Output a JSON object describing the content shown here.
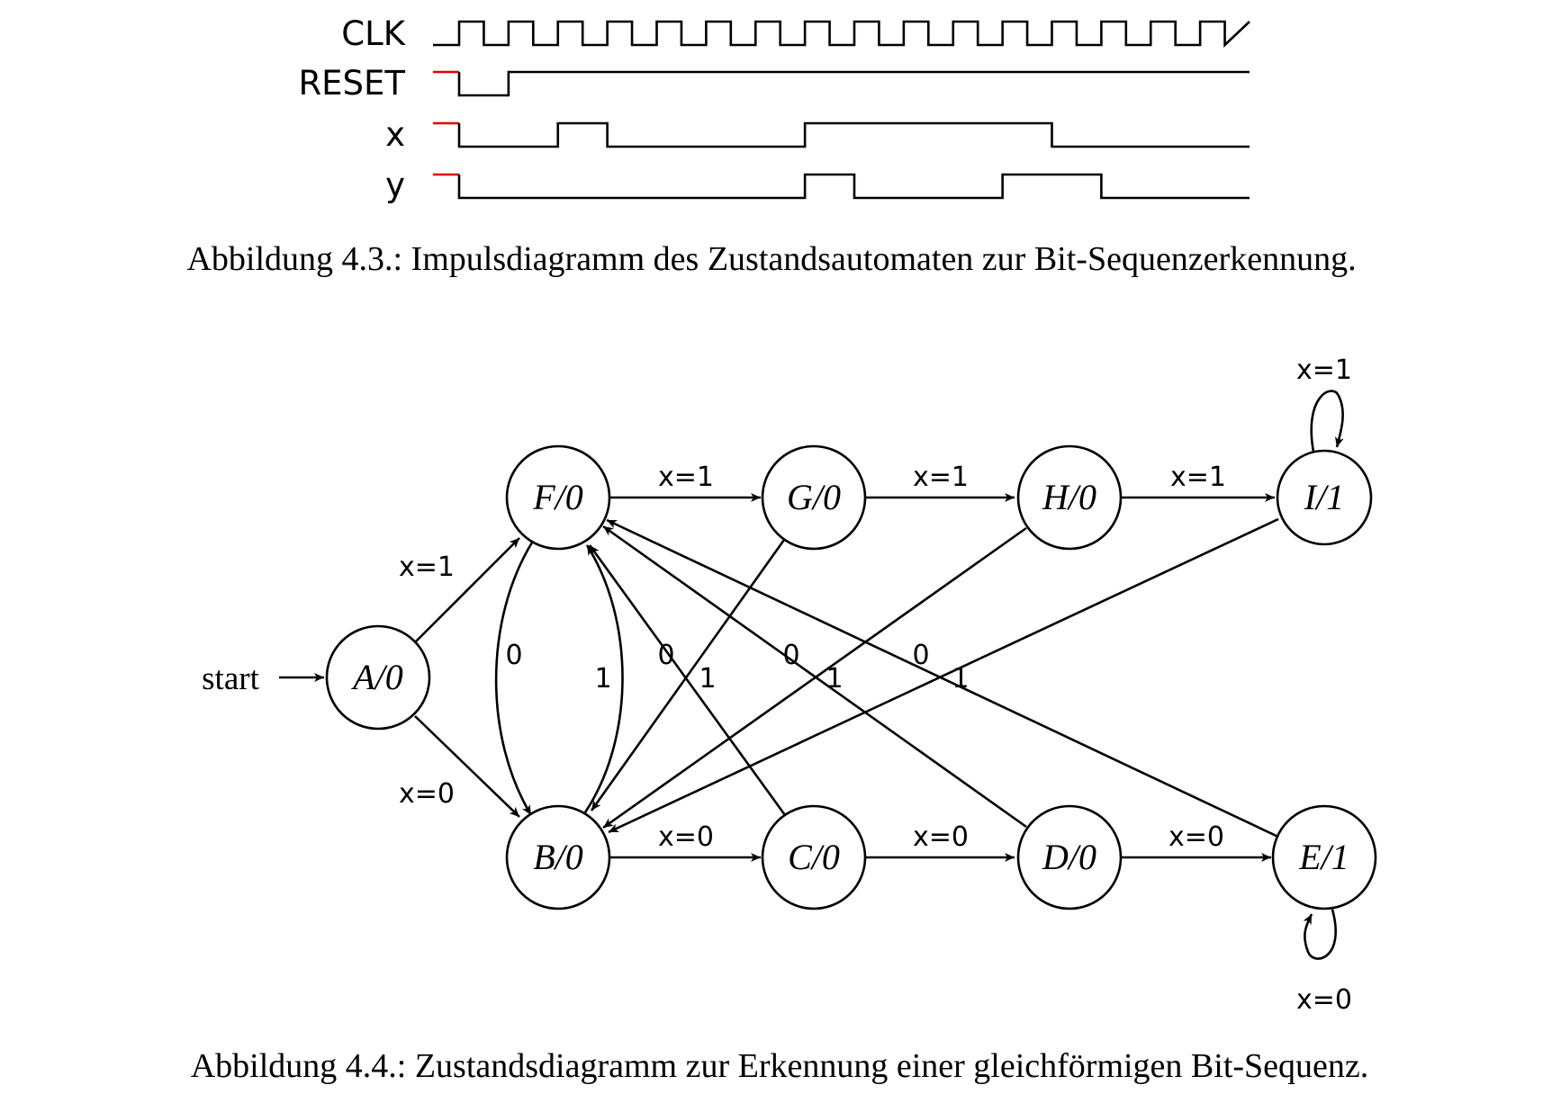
{
  "timing_diagram": {
    "caption": "Abbildung 4.3.: Impulsdiagramm des Zustandsautomaten zur Bit-Sequenzerkennung.",
    "clock_cycles": 16,
    "signals": [
      {
        "name": "CLK",
        "kind": "clock"
      },
      {
        "name": "RESET",
        "initial_undefined": true,
        "levels": [
          0,
          1,
          1,
          1,
          1,
          1,
          1,
          1,
          1,
          1,
          1,
          1,
          1,
          1,
          1,
          1
        ]
      },
      {
        "name": "x",
        "initial_undefined": true,
        "levels": [
          0,
          0,
          1,
          0,
          0,
          0,
          0,
          1,
          1,
          1,
          1,
          1,
          0,
          0,
          0,
          0
        ]
      },
      {
        "name": "y",
        "initial_undefined": true,
        "levels": [
          0,
          0,
          0,
          0,
          0,
          0,
          0,
          1,
          0,
          0,
          0,
          1,
          1,
          0,
          0,
          0
        ]
      }
    ],
    "colors": {
      "signal": "#000000",
      "undefined_start": "#e00000"
    }
  },
  "state_diagram": {
    "caption": "Abbildung 4.4.: Zustandsdiagramm zur Erkennung einer gleichförmigen Bit-Sequenz.",
    "start_label": "start",
    "states": [
      {
        "id": "A",
        "label": "A/0"
      },
      {
        "id": "F",
        "label": "F/0"
      },
      {
        "id": "G",
        "label": "G/0"
      },
      {
        "id": "H",
        "label": "H/0"
      },
      {
        "id": "I",
        "label": "I/1"
      },
      {
        "id": "B",
        "label": "B/0"
      },
      {
        "id": "C",
        "label": "C/0"
      },
      {
        "id": "D",
        "label": "D/0"
      },
      {
        "id": "E",
        "label": "E/1"
      }
    ],
    "transitions": [
      {
        "from": "A",
        "to": "F",
        "label": "x=1"
      },
      {
        "from": "A",
        "to": "B",
        "label": "x=0"
      },
      {
        "from": "F",
        "to": "G",
        "label": "x=1"
      },
      {
        "from": "G",
        "to": "H",
        "label": "x=1"
      },
      {
        "from": "H",
        "to": "I",
        "label": "x=1"
      },
      {
        "from": "I",
        "to": "I",
        "label": "x=1"
      },
      {
        "from": "B",
        "to": "C",
        "label": "x=0"
      },
      {
        "from": "C",
        "to": "D",
        "label": "x=0"
      },
      {
        "from": "D",
        "to": "E",
        "label": "x=0"
      },
      {
        "from": "E",
        "to": "E",
        "label": "x=0"
      },
      {
        "from": "F",
        "to": "B",
        "label": "0"
      },
      {
        "from": "B",
        "to": "F",
        "label": "1"
      },
      {
        "from": "C",
        "to": "F",
        "label": "1"
      },
      {
        "from": "G",
        "to": "B",
        "label": "0"
      },
      {
        "from": "D",
        "to": "F",
        "label": "1"
      },
      {
        "from": "H",
        "to": "B",
        "label": "0"
      },
      {
        "from": "E",
        "to": "F",
        "label": "1"
      },
      {
        "from": "I",
        "to": "B",
        "label": "0"
      }
    ]
  }
}
